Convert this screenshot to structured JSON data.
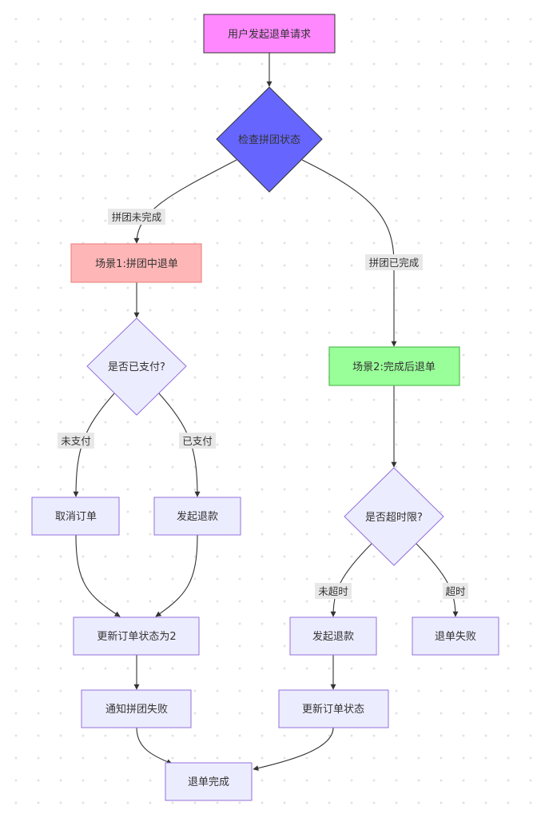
{
  "nodes": {
    "start": "用户发起退单请求",
    "check_group": "检查拼团状态",
    "scene1": "场景1:拼团中退单",
    "paid_q": "是否已支付?",
    "cancel_order": "取消订单",
    "refund1": "发起退款",
    "update_status2": "更新订单状态为2",
    "notify_fail": "通知拼团失败",
    "scene2": "场景2:完成后退单",
    "timeout_q": "是否超时限?",
    "refund2": "发起退款",
    "refund_fail": "退单失败",
    "update_status": "更新订单状态",
    "done": "退单完成"
  },
  "edges": {
    "group_not_done": "拼团未完成",
    "group_done": "拼团已完成",
    "not_paid": "未支付",
    "paid": "已支付",
    "not_timeout": "未超时",
    "timeout": "超时"
  },
  "colors": {
    "start_fill": "#ff88ff",
    "check_fill": "#6666ff",
    "scene1_fill": "#ffb6b6",
    "scene2_fill": "#99ff99",
    "default_fill": "#ececff",
    "default_stroke": "#9370db"
  }
}
